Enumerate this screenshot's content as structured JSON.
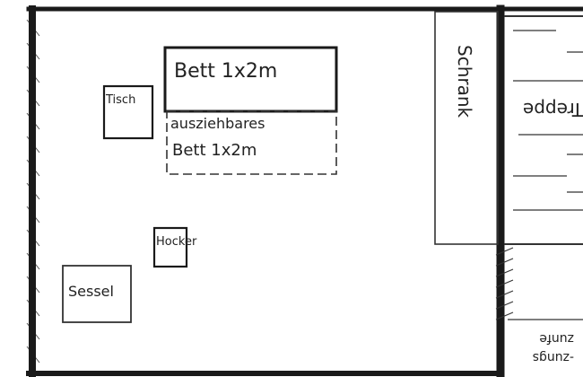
{
  "sketch": {
    "ink_color": "#1a1a1a",
    "paper_color": "#ffffff",
    "labels": {
      "bed": "Bett 1x2m",
      "pullout_line1": "ausziehbares",
      "pullout_line2": "Bett 1x2m",
      "table": "Tisch",
      "stool": "Hocker",
      "armchair": "Sessel",
      "wardrobe": "Schrank",
      "stairs": "Treppe",
      "cut_right_bottom_1": "zunfe",
      "cut_right_bottom_2": "-zungs"
    }
  }
}
